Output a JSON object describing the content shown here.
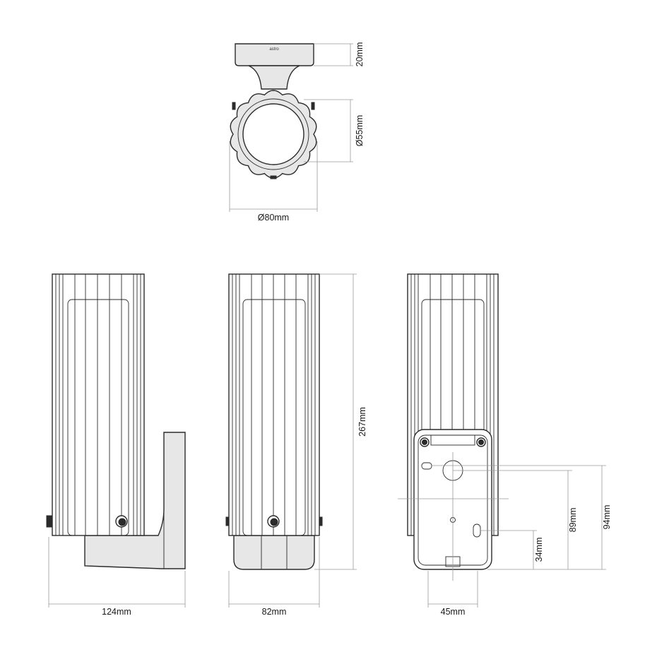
{
  "brand": {
    "logo_text": "astro"
  },
  "dimensions": {
    "top_mount_height": "20mm",
    "top_inner_diameter": "Ø55mm",
    "top_outer_diameter": "Ø80mm",
    "side_depth": "124mm",
    "front_width": "82mm",
    "height": "267mm",
    "bracket_width": "45mm",
    "hole_34": "34mm",
    "hole_89": "89mm",
    "hole_94": "94mm"
  },
  "colors": {
    "line": "#2b2b2b",
    "dimension": "#9a9a9a",
    "fill": "#e7e7e7"
  }
}
